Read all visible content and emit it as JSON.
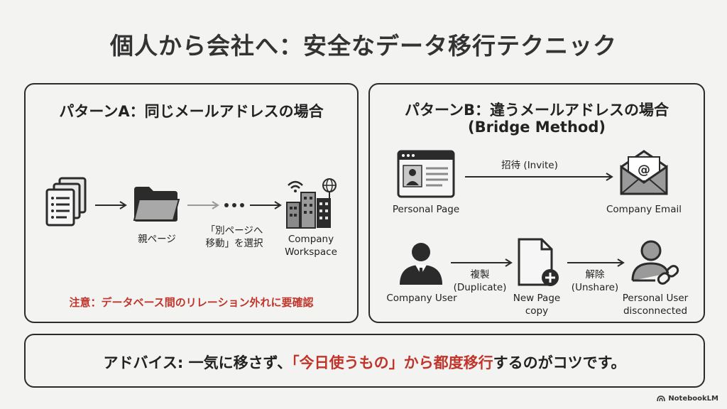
{
  "title": "個人から会社へ：安全なデータ移行テクニック",
  "pattern_a": {
    "title": "パターンA：同じメールアドレスの場合",
    "parent_label": "親ページ",
    "move_label_1": "「別ページへ",
    "move_label_2": "移動」を選択",
    "workspace_label_1": "Company",
    "workspace_label_2": "Workspace",
    "warning": "注意：データベース間のリレーション外れに要確認"
  },
  "pattern_b": {
    "title_1": "パターンB：違うメールアドレスの場合",
    "title_2": "(Bridge Method)",
    "personal_page": "Personal Page",
    "invite": "招待 (Invite)",
    "company_email": "Company Email",
    "company_user": "Company User",
    "duplicate_1": "複製",
    "duplicate_2": "(Duplicate)",
    "new_page_1": "New Page",
    "new_page_2": "copy",
    "unshare_1": "解除",
    "unshare_2": "(Unshare)",
    "personal_user_1": "Personal User",
    "personal_user_2": "disconnected"
  },
  "advice": {
    "prefix": "アドバイス: 一気に移さず、",
    "highlight": "「今日使うもの」から都度移行",
    "suffix": "するのがコツです。"
  },
  "brand": "NotebookLM",
  "colors": {
    "warning": "#c0352b",
    "border": "#2b2b2b",
    "background": "#f3f3f1"
  }
}
